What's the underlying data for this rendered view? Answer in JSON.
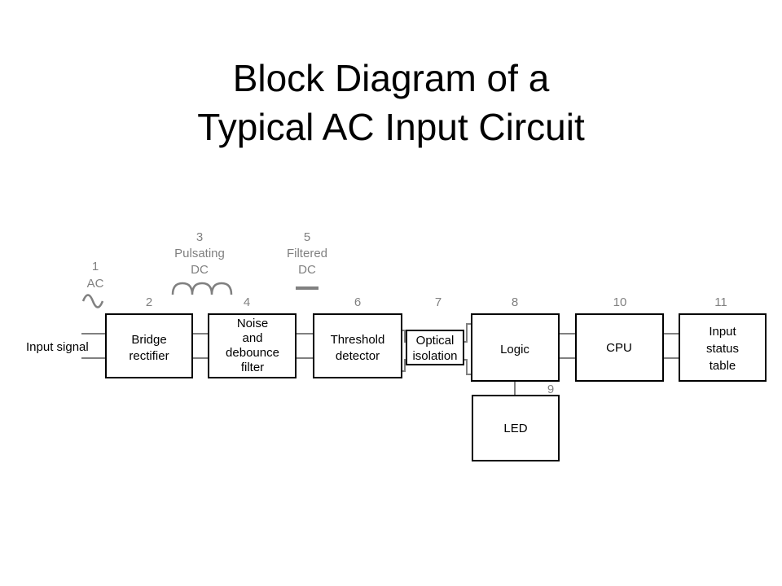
{
  "title": {
    "line1": "Block Diagram of a",
    "line2": "Typical AC Input Circuit"
  },
  "input_label": "Input signal",
  "annotations": {
    "ac": {
      "number": "1",
      "label": "AC"
    },
    "pulsating": {
      "number": "3",
      "line1": "Pulsating",
      "line2": "DC"
    },
    "filtered": {
      "number": "5",
      "line1": "Filtered",
      "line2": "DC"
    }
  },
  "blocks": {
    "bridge": {
      "number": "2",
      "line1": "Bridge",
      "line2": "rectifier"
    },
    "noise": {
      "number": "4",
      "line1": "Noise",
      "line2": "and",
      "line3": "debounce",
      "line4": "filter"
    },
    "threshold": {
      "number": "6",
      "line1": "Threshold",
      "line2": "detector"
    },
    "optical": {
      "number": "7",
      "line1": "Optical",
      "line2": "isolation"
    },
    "logic": {
      "number": "8",
      "line1": "Logic"
    },
    "led": {
      "number": "9",
      "line1": "LED"
    },
    "cpu": {
      "number": "10",
      "line1": "CPU"
    },
    "status": {
      "number": "11",
      "line1": "Input",
      "line2": "status",
      "line3": "table"
    }
  },
  "colors": {
    "line": "#000000",
    "wire": "#808080",
    "annotation": "#808080"
  },
  "icons": [
    "sine-wave-icon",
    "pulsating-dc-icon",
    "filtered-dc-icon"
  ]
}
